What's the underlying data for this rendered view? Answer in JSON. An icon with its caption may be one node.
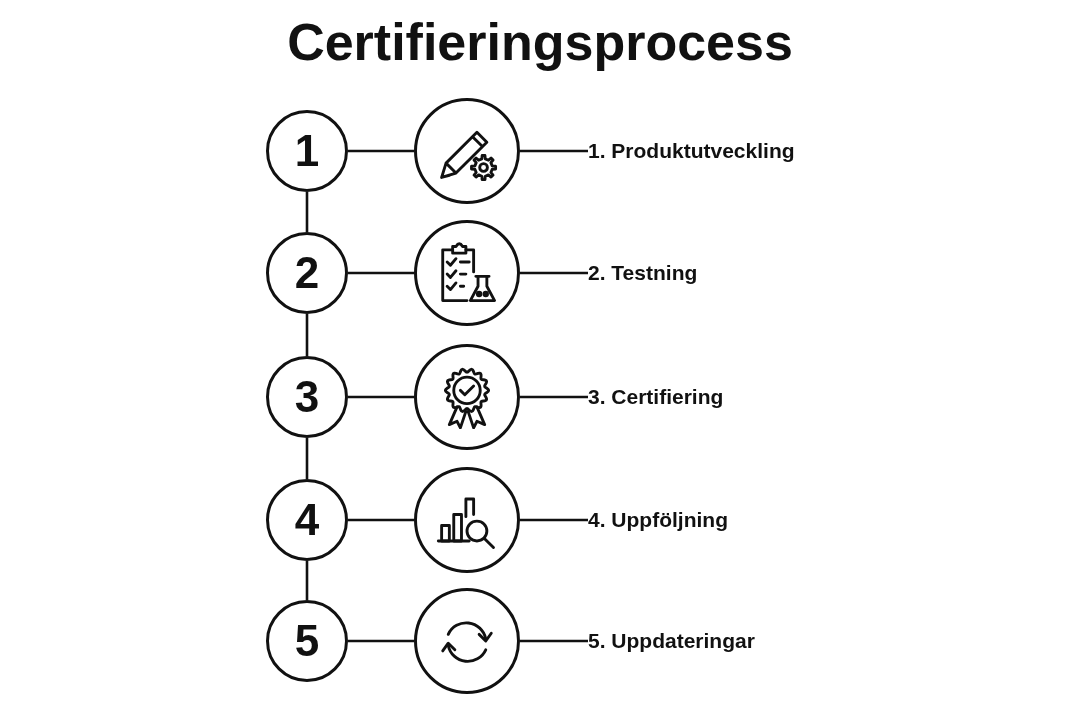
{
  "diagram": {
    "title": "Certifieringsprocess",
    "nodes": [
      {
        "text": [
          "1"
        ]
      },
      {
        "text": [],
        "shape": "circle"
      },
      {
        "text": [
          "1. Produktutveckling"
        ]
      },
      {
        "text": [
          "2"
        ]
      },
      {
        "text": [],
        "shape": "circle"
      },
      {
        "text": [
          "2. Testning"
        ]
      },
      {
        "text": [
          "3"
        ]
      },
      {
        "text": [],
        "shape": "circle"
      },
      {
        "text": [
          "3. Certifiering"
        ]
      },
      {
        "text": [
          "4"
        ]
      },
      {
        "text": [],
        "shape": "circle"
      },
      {
        "text": [
          "4. Uppföljning"
        ]
      },
      {
        "text": [
          "5"
        ]
      },
      {
        "text": [],
        "shape": "circle"
      },
      {
        "text": [
          "5. Uppdateringar"
        ]
      }
    ],
    "edges": [
      {
        "from": 0,
        "to": 1,
        "arrow": "none"
      },
      {
        "from": 1,
        "to": 2,
        "arrow": "none"
      },
      {
        "from": 0,
        "to": 3,
        "arrow": "none"
      },
      {
        "from": 3,
        "to": 4,
        "arrow": "none"
      },
      {
        "from": 4,
        "to": 5,
        "arrow": "none"
      },
      {
        "from": 3,
        "to": 6,
        "arrow": "none"
      },
      {
        "from": 6,
        "to": 7,
        "arrow": "none"
      },
      {
        "from": 7,
        "to": 8,
        "arrow": "none"
      },
      {
        "from": 6,
        "to": 9,
        "arrow": "none"
      },
      {
        "from": 9,
        "to": 10,
        "arrow": "none"
      },
      {
        "from": 10,
        "to": 11,
        "arrow": "none"
      },
      {
        "from": 9,
        "to": 12,
        "arrow": "none"
      },
      {
        "from": 12,
        "to": 13,
        "arrow": "none"
      },
      {
        "from": 13,
        "to": 14,
        "arrow": "none"
      }
    ]
  }
}
